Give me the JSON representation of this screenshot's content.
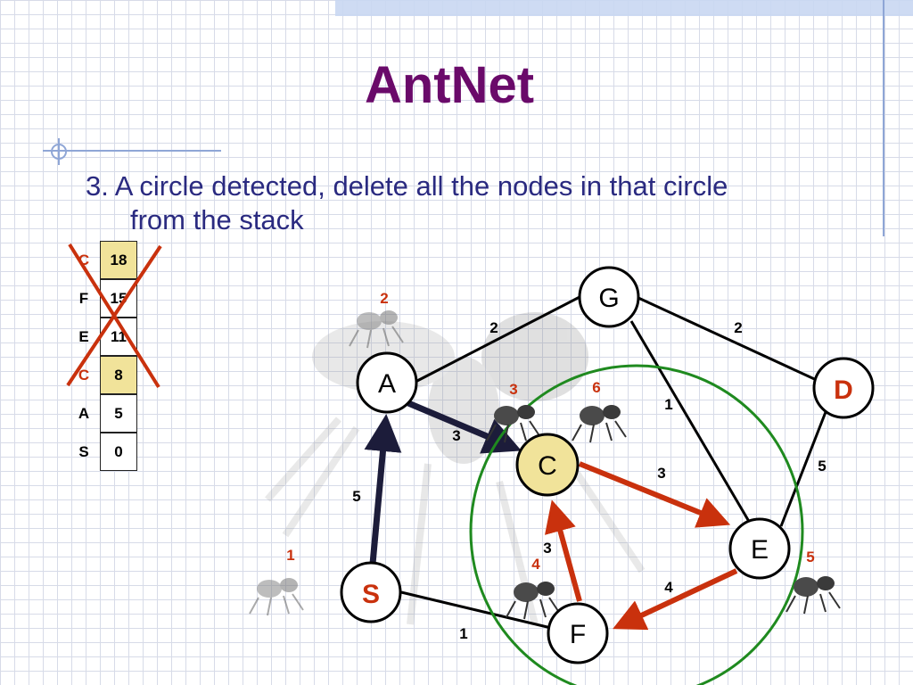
{
  "title": "AntNet",
  "bullet": {
    "line1": "3. A circle detected, delete all the nodes in that circle",
    "line2": "from the stack"
  },
  "stack": [
    {
      "label": "C",
      "value": "18",
      "highlight": true,
      "label_color": "#c9310d"
    },
    {
      "label": "F",
      "value": "15",
      "highlight": false,
      "label_color": "#000000"
    },
    {
      "label": "E",
      "value": "11",
      "highlight": false,
      "label_color": "#000000"
    },
    {
      "label": "C",
      "value": "8",
      "highlight": true,
      "label_color": "#c9310d"
    },
    {
      "label": "A",
      "value": "5",
      "highlight": false,
      "label_color": "#000000"
    },
    {
      "label": "S",
      "value": "0",
      "highlight": false,
      "label_color": "#000000"
    }
  ],
  "nodes": {
    "G": "G",
    "A": "A",
    "D": "D",
    "C": "C",
    "E": "E",
    "S": "S",
    "F": "F"
  },
  "edge_weights": {
    "A_G": "2",
    "G_D": "2",
    "A_C": "3",
    "S_A": "5",
    "G_E": "1",
    "D_E": "5",
    "C_E": "3",
    "F_C": "3",
    "E_F": "4",
    "S_F": "1"
  },
  "ant_numbers": {
    "ant1": "1",
    "ant2": "2",
    "ant3": "3",
    "ant4": "4",
    "ant5": "5",
    "ant6": "6"
  },
  "colors": {
    "title": "#6a0a6a",
    "text": "#2a2a80",
    "accent_red": "#c9310d",
    "path_dark": "#1c1c3a",
    "circle_green": "#1f8a1f",
    "node_highlight": "#f1e39a"
  }
}
